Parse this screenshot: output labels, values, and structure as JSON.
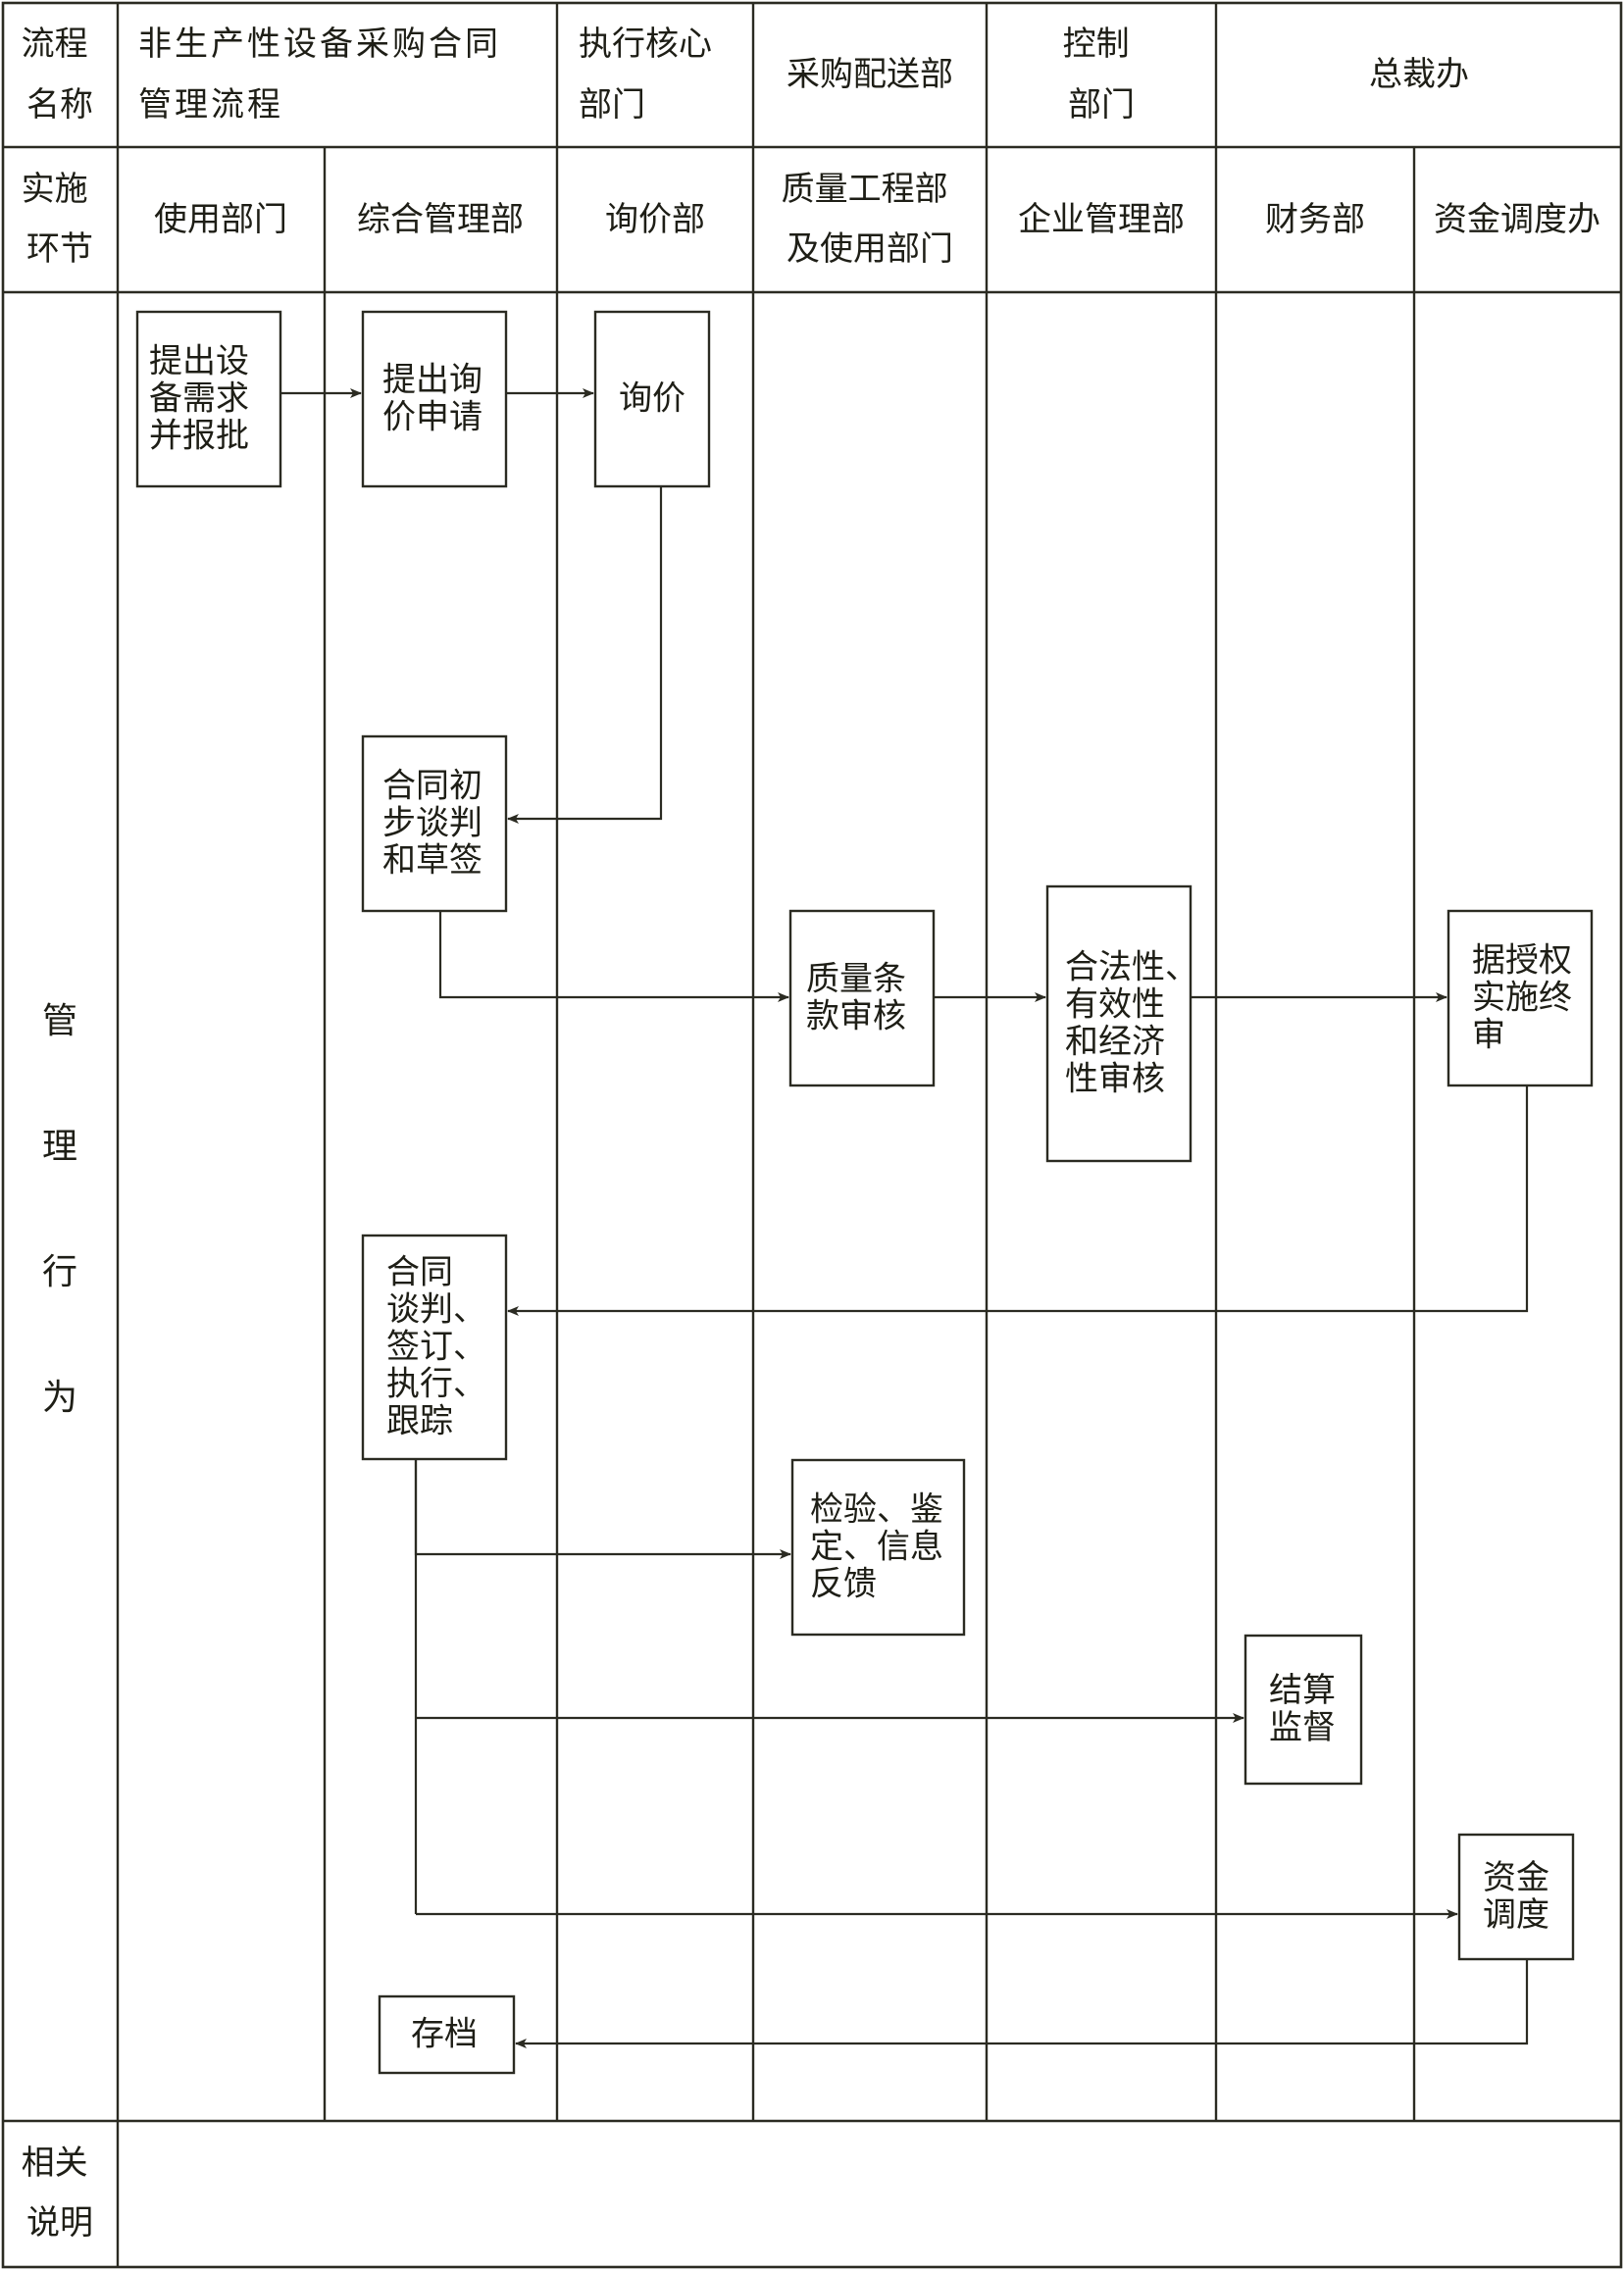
{
  "header": {
    "flow_name_label": [
      "流程",
      "名称"
    ],
    "flow_name_value": [
      "非生产性设备采购合同",
      "管理流程"
    ],
    "exec_core_label": [
      "执行核心",
      "部门"
    ],
    "exec_core_value": "采购配送部",
    "control_label": [
      "控制",
      "部门"
    ],
    "control_value": "总裁办"
  },
  "stage_row": {
    "label": [
      "实施",
      "环节"
    ],
    "lanes": [
      [
        "使用部门"
      ],
      [
        "综合管理部"
      ],
      [
        "询价部"
      ],
      [
        "质量工程部",
        "及使用部门"
      ],
      [
        "企业管理部"
      ],
      [
        "财务部"
      ],
      [
        "资金调度办"
      ]
    ]
  },
  "management_label": [
    "管",
    "理",
    "行",
    "为"
  ],
  "footer_label": [
    "相关",
    "说明"
  ],
  "footer_value": "",
  "nodes": [
    {
      "id": "n1",
      "lines": [
        "提出设",
        "备需求",
        "并报批"
      ]
    },
    {
      "id": "n2",
      "lines": [
        "提出询",
        "价申请"
      ]
    },
    {
      "id": "n3",
      "lines": [
        "询价"
      ]
    },
    {
      "id": "n4",
      "lines": [
        "合同初",
        "步谈判",
        "和草签"
      ]
    },
    {
      "id": "n5",
      "lines": [
        "质量条",
        "款审核"
      ]
    },
    {
      "id": "n6",
      "lines": [
        "合法性、",
        "有效性",
        "和经济",
        "性审核"
      ]
    },
    {
      "id": "n7",
      "lines": [
        "据授权",
        "实施终",
        "审"
      ]
    },
    {
      "id": "n8",
      "lines": [
        "合同",
        "谈判、",
        "签订、",
        "执行、",
        "跟踪"
      ]
    },
    {
      "id": "n9",
      "lines": [
        "检验、鉴",
        "定、信息",
        "反馈"
      ]
    },
    {
      "id": "n10",
      "lines": [
        "结算",
        "监督"
      ]
    },
    {
      "id": "n11",
      "lines": [
        "资金",
        "调度"
      ]
    },
    {
      "id": "n12",
      "lines": [
        "存档"
      ]
    }
  ],
  "edges": [
    {
      "from": "n1",
      "to": "n2"
    },
    {
      "from": "n2",
      "to": "n3"
    },
    {
      "from": "n3",
      "to": "n4"
    },
    {
      "from": "n4",
      "to": "n5"
    },
    {
      "from": "n5",
      "to": "n6"
    },
    {
      "from": "n6",
      "to": "n7"
    },
    {
      "from": "n7",
      "to": "n8"
    },
    {
      "from": "n8",
      "to": "n9"
    },
    {
      "from": "n8",
      "to": "n10"
    },
    {
      "from": "n8",
      "to": "n11"
    },
    {
      "from": "n11",
      "to": "n12"
    }
  ]
}
